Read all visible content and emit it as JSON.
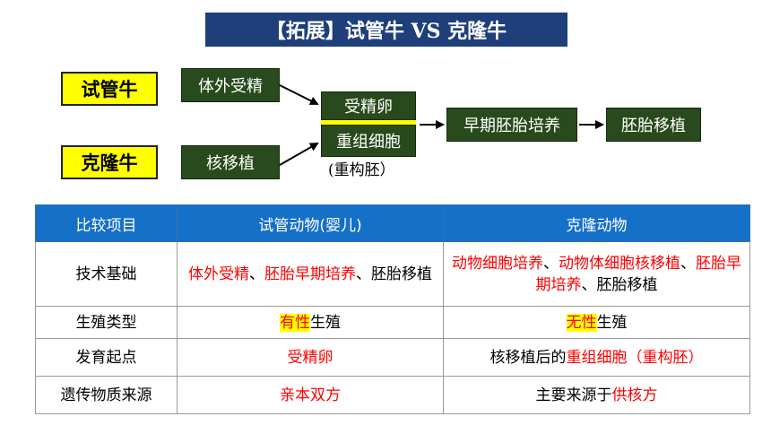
{
  "title": "【拓展】试管牛 VS 克隆牛",
  "diagram": {
    "label_ivf": "试管牛",
    "label_clone": "克隆牛",
    "step_ivf": "体外受精",
    "step_clone": "核移植",
    "result_ivf": "受精卵",
    "result_clone": "重组细胞",
    "result_clone_note": "(重构胚）",
    "step_culture": "早期胚胎培养",
    "step_transfer": "胚胎移植"
  },
  "table": {
    "headers": [
      "比较项目",
      "试管动物(婴儿)",
      "克隆动物"
    ],
    "rows": [
      {
        "item": "技术基础",
        "ivf": [
          [
            "体外受精",
            "r"
          ],
          [
            "、",
            ""
          ],
          [
            "胚胎早期培养",
            "r"
          ],
          [
            "、",
            ""
          ],
          [
            "胚胎移植",
            ""
          ]
        ],
        "clone": [
          [
            "动物细胞培养",
            "r"
          ],
          [
            "、",
            ""
          ],
          [
            "动物体细胞核移植",
            "r"
          ],
          [
            "、",
            ""
          ],
          [
            "胚胎早期培养",
            "r"
          ],
          [
            "、",
            ""
          ],
          [
            "胚胎移植",
            ""
          ]
        ]
      },
      {
        "item": "生殖类型",
        "ivf": [
          [
            "有性",
            "rh"
          ],
          [
            "生殖",
            ""
          ]
        ],
        "clone": [
          [
            "无性",
            "rh"
          ],
          [
            "生殖",
            ""
          ]
        ]
      },
      {
        "item": "发育起点",
        "ivf": [
          [
            "受精卵",
            "r"
          ]
        ],
        "clone": [
          [
            "核移植后的",
            ""
          ],
          [
            "重组细胞（重构胚）",
            "r"
          ]
        ]
      },
      {
        "item": "遗传物质来源",
        "ivf": [
          [
            "亲本双方",
            "r"
          ]
        ],
        "clone": [
          [
            "主要来源于",
            ""
          ],
          [
            "供核方",
            "r"
          ]
        ]
      }
    ]
  },
  "colors": {
    "title_bg": "#1f3f7a",
    "label_bg": "#ffff00",
    "step_bg": "#294a1c",
    "header_bg": "#1570c8",
    "emphasis": "#ff0000"
  }
}
